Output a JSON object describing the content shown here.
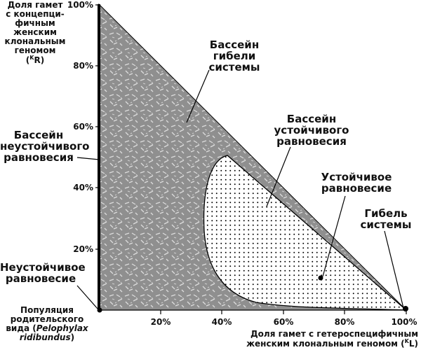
{
  "y_axis_label": {
    "lines": [
      "Доля гамет",
      "с концепци-",
      "фичным",
      "женским",
      "клональным",
      "геномом"
    ],
    "symbol": "R",
    "symbol_pre": "(",
    "symbol_post": ")",
    "superscript": "K"
  },
  "x_axis_label": {
    "line1": "Доля гамет с гетероспецифичным",
    "line2_pre": "женским клональным геномом (",
    "superscript": "K",
    "symbol": "L",
    "line2_post": ")"
  },
  "y_ticks": [
    "100%",
    "80%",
    "60%",
    "40%",
    "20%"
  ],
  "x_ticks": [
    "20%",
    "40%",
    "60%",
    "80%",
    "100%"
  ],
  "labels": {
    "death_basin": [
      "Бассейн",
      "гибели",
      "системы"
    ],
    "stable_basin": [
      "Бассейн",
      "устойчивого",
      "равновесия"
    ],
    "stable_eq": [
      "Устойчивое",
      "равновесие"
    ],
    "system_death": [
      "Гибель",
      "системы"
    ],
    "unstable_basin": [
      "Бассейн",
      "неустойчивого",
      "равновесия"
    ],
    "unstable_eq": [
      "Неустойчивое",
      "равновесие"
    ],
    "parent_population": {
      "line1": "Популяция",
      "line2": "родительского",
      "line3_pre": "вида (",
      "species_genus": "Pelophylax",
      "species_epithet": "ridibundus",
      "line4_post": ")"
    }
  },
  "colors": {
    "death_fill": "#8f8f8f",
    "stable_fill": "#ffffff",
    "ink": "#000000"
  }
}
